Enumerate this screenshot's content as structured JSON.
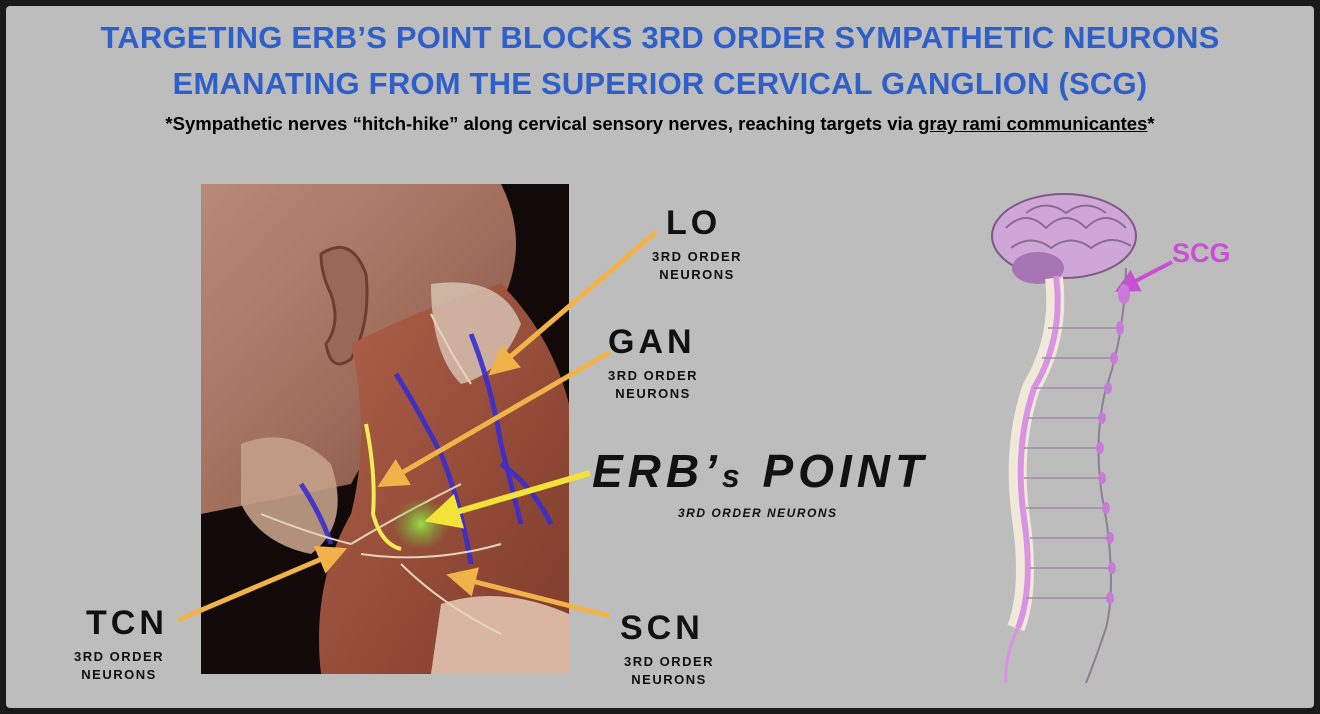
{
  "title": {
    "line1": "TARGETING ERB’S POINT BLOCKS 3RD ORDER SYMPATHETIC NEURONS",
    "line2": "EMANATING FROM THE SUPERIOR CERVICAL GANGLION (SCG)"
  },
  "subtitle": {
    "prefix": "*Sympathetic nerves “hitch-hike” along cervical sensory nerves, reaching targets via ",
    "underlined": "gray rami communicantes",
    "suffix": "*"
  },
  "labels": {
    "lo": {
      "name": "LO",
      "line1": "3RD ORDER",
      "line2": "NEURONS"
    },
    "gan": {
      "name": "GAN",
      "line1": "3RD ORDER",
      "line2": "NEURONS"
    },
    "erb": {
      "main": "ERB’",
      "s": "s",
      "point": " POINT",
      "sub": "3RD ORDER NEURONS"
    },
    "tcn": {
      "name": "TCN",
      "line1": "3RD ORDER",
      "line2": "NEURONS"
    },
    "scn": {
      "name": "SCN",
      "line1": "3RD ORDER",
      "line2": "NEURONS"
    },
    "scg": "SCG"
  },
  "colors": {
    "title_blue": "#2f5fc9",
    "arrow_orange": "#f2b24a",
    "arrow_yellow": "#f2e23a",
    "scg_magenta": "#c84fd6",
    "background": "#bdbdbd"
  }
}
